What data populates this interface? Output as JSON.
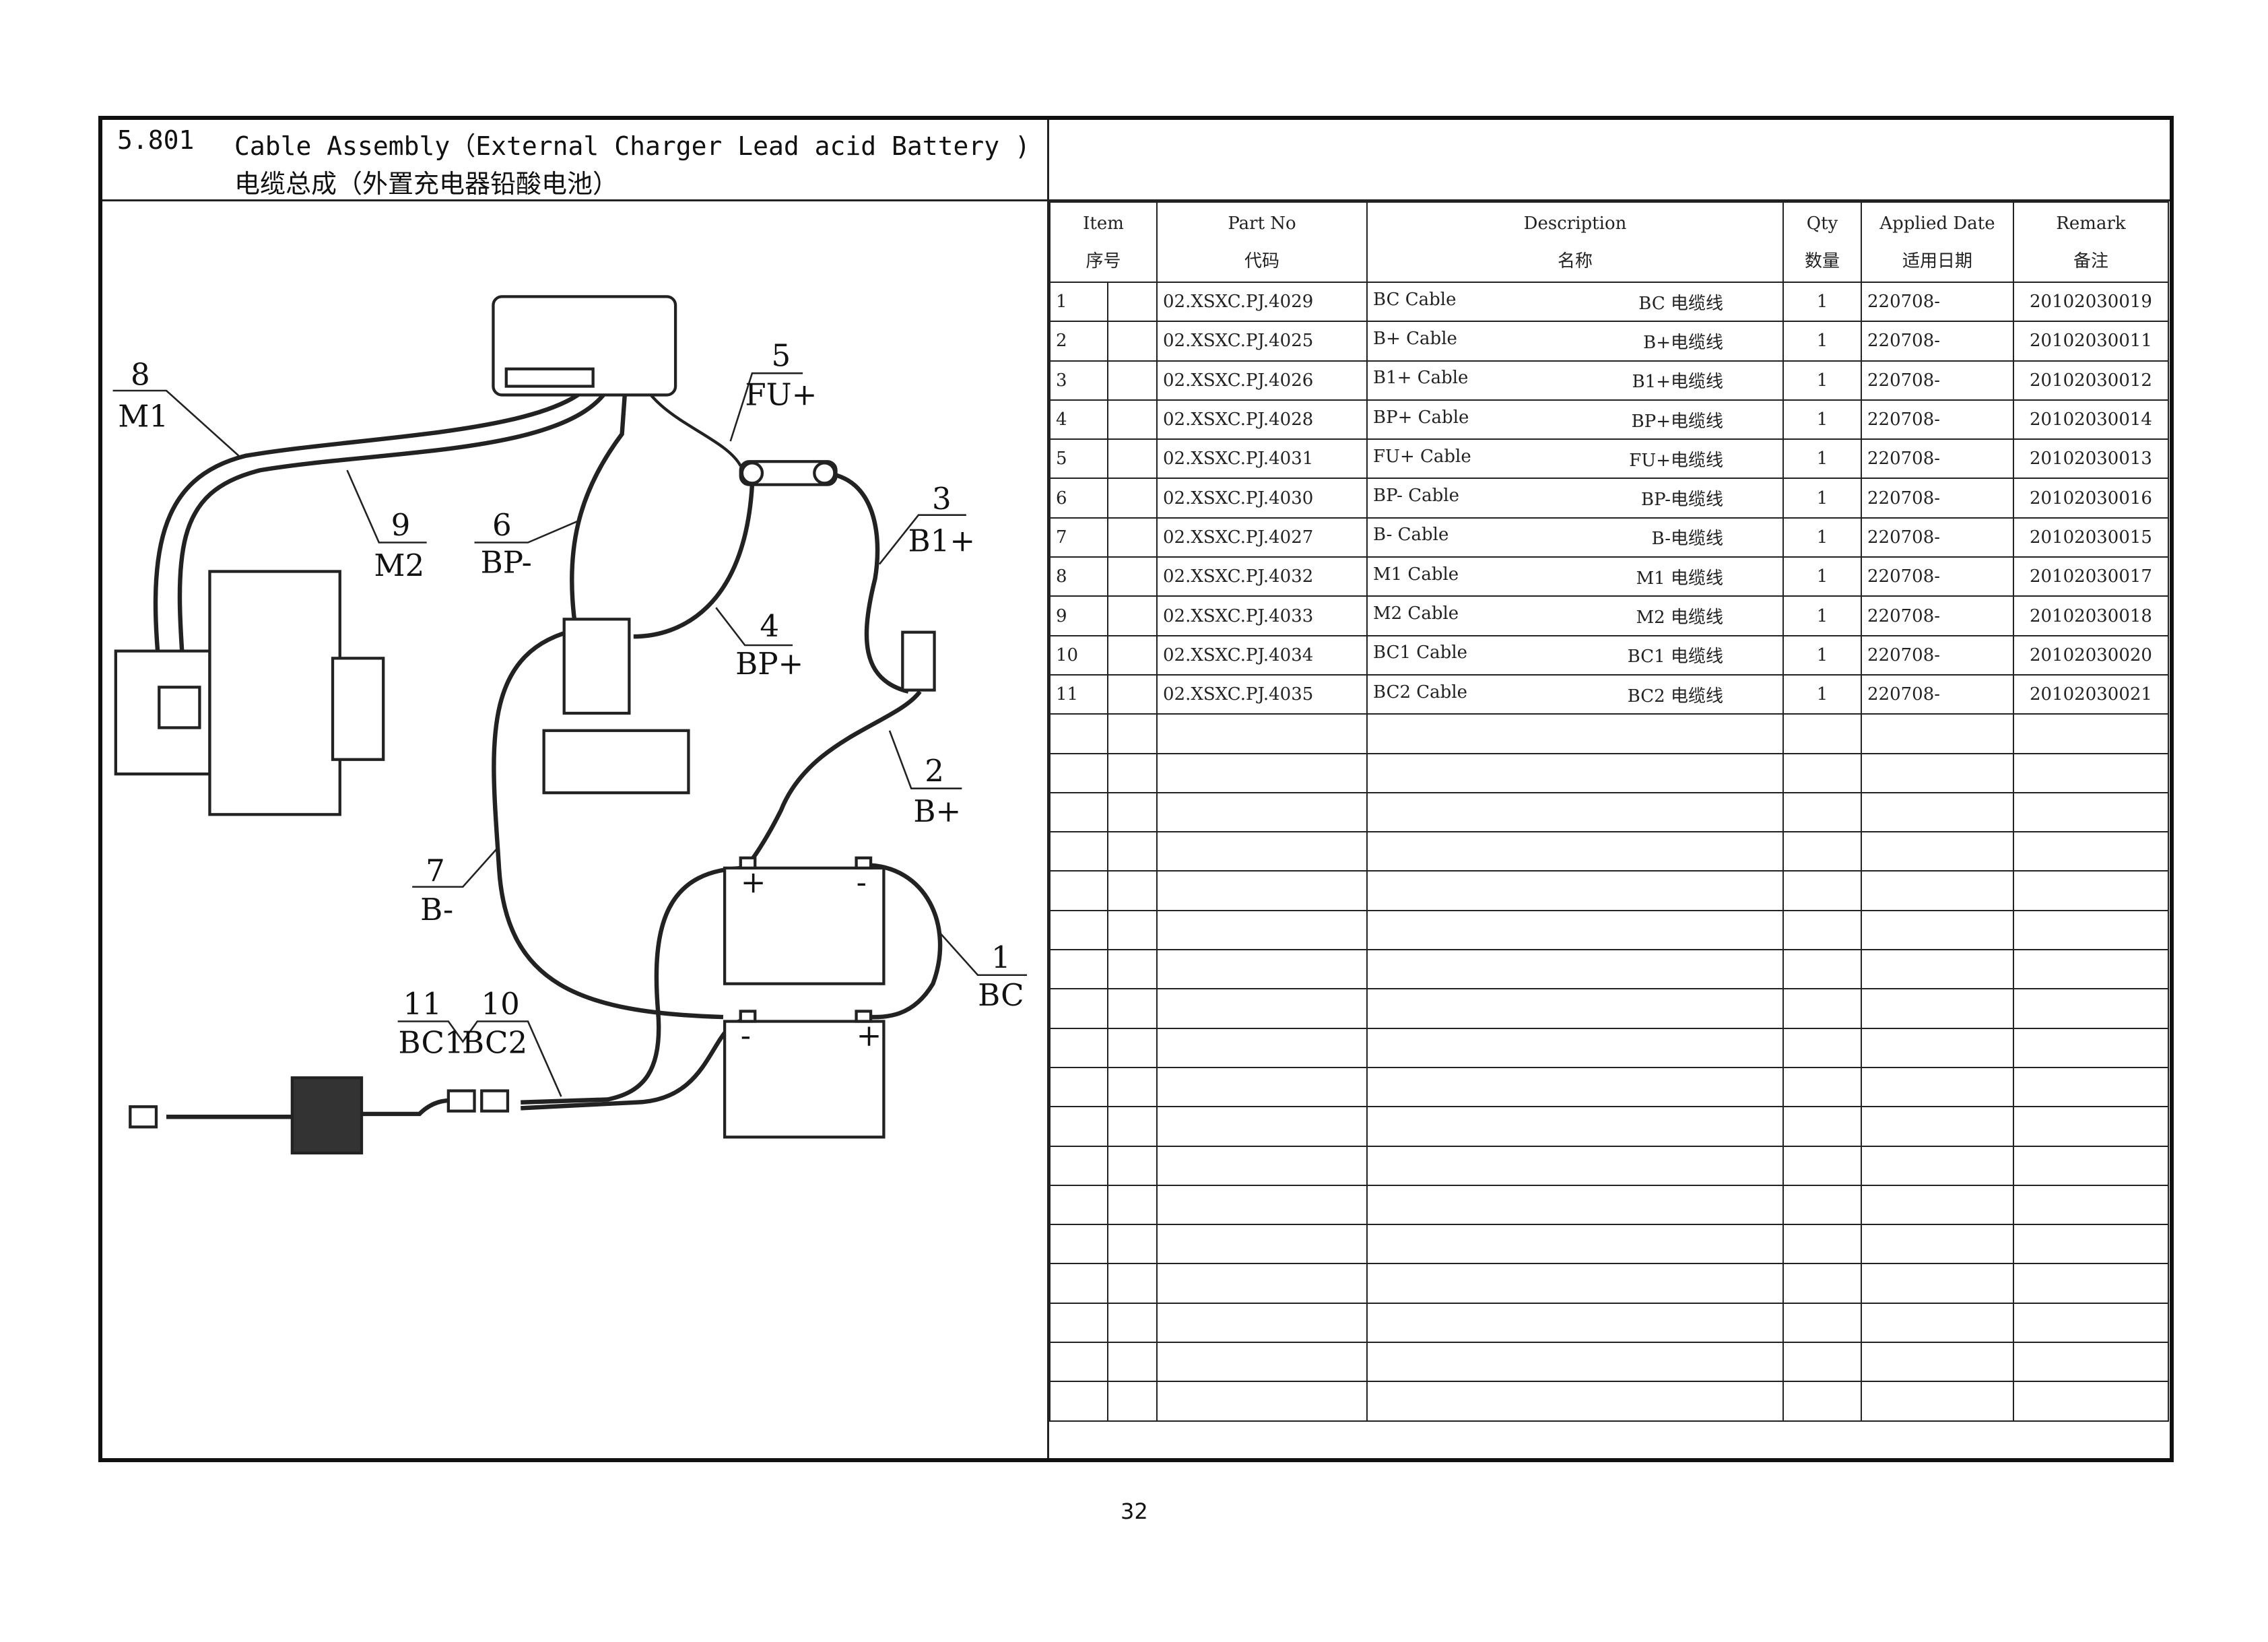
{
  "header": {
    "section_number": "5.801",
    "title_en": "Cable Assembly（External Charger Lead acid Battery )",
    "title_cn": "电缆总成（外置充电器铅酸电池）"
  },
  "table": {
    "columns": [
      {
        "en": "Item",
        "cn": "序号"
      },
      {
        "en": "Part No",
        "cn": "代码"
      },
      {
        "en": "Description",
        "cn": "名称"
      },
      {
        "en": "Qty",
        "cn": "数量"
      },
      {
        "en": "Applied Date",
        "cn": "适用日期"
      },
      {
        "en": "Remark",
        "cn": "备注"
      }
    ],
    "rows": [
      {
        "item": "1",
        "part": "02.XSXC.PJ.4029",
        "desc_en": "BC Cable",
        "desc_cn": "BC 电缆线",
        "qty": "1",
        "date": "220708-",
        "remark": "20102030019"
      },
      {
        "item": "2",
        "part": "02.XSXC.PJ.4025",
        "desc_en": "B+ Cable",
        "desc_cn": "B+电缆线",
        "qty": "1",
        "date": "220708-",
        "remark": "20102030011"
      },
      {
        "item": "3",
        "part": "02.XSXC.PJ.4026",
        "desc_en": "B1+ Cable",
        "desc_cn": "B1+电缆线",
        "qty": "1",
        "date": "220708-",
        "remark": "20102030012"
      },
      {
        "item": "4",
        "part": "02.XSXC.PJ.4028",
        "desc_en": "BP+ Cable",
        "desc_cn": "BP+电缆线",
        "qty": "1",
        "date": "220708-",
        "remark": "20102030014"
      },
      {
        "item": "5",
        "part": "02.XSXC.PJ.4031",
        "desc_en": "FU+ Cable",
        "desc_cn": "FU+电缆线",
        "qty": "1",
        "date": "220708-",
        "remark": "20102030013"
      },
      {
        "item": "6",
        "part": "02.XSXC.PJ.4030",
        "desc_en": "BP- Cable",
        "desc_cn": "BP-电缆线",
        "qty": "1",
        "date": "220708-",
        "remark": "20102030016"
      },
      {
        "item": "7",
        "part": "02.XSXC.PJ.4027",
        "desc_en": "B- Cable",
        "desc_cn": "B-电缆线",
        "qty": "1",
        "date": "220708-",
        "remark": "20102030015"
      },
      {
        "item": "8",
        "part": "02.XSXC.PJ.4032",
        "desc_en": "M1 Cable",
        "desc_cn": "M1 电缆线",
        "qty": "1",
        "date": "220708-",
        "remark": "20102030017"
      },
      {
        "item": "9",
        "part": "02.XSXC.PJ.4033",
        "desc_en": "M2 Cable",
        "desc_cn": "M2 电缆线",
        "qty": "1",
        "date": "220708-",
        "remark": "20102030018"
      },
      {
        "item": "10",
        "part": "02.XSXC.PJ.4034",
        "desc_en": "BC1 Cable",
        "desc_cn": "BC1 电缆线",
        "qty": "1",
        "date": "220708-",
        "remark": "20102030020"
      },
      {
        "item": "11",
        "part": "02.XSXC.PJ.4035",
        "desc_en": "BC2 Cable",
        "desc_cn": "BC2 电缆线",
        "qty": "1",
        "date": "220708-",
        "remark": "20102030021"
      }
    ],
    "empty_rows": 18
  },
  "diagram": {
    "callouts": [
      {
        "num": "8",
        "code": "M1"
      },
      {
        "num": "9",
        "code": "M2"
      },
      {
        "num": "6",
        "code": "BP-"
      },
      {
        "num": "5",
        "code": "FU+"
      },
      {
        "num": "3",
        "code": "B1+"
      },
      {
        "num": "4",
        "code": "BP+"
      },
      {
        "num": "2",
        "code": "B+"
      },
      {
        "num": "7",
        "code": "B-"
      },
      {
        "num": "1",
        "code": "BC"
      },
      {
        "num": "11",
        "code": "BC1"
      },
      {
        "num": "10",
        "code": "BC2"
      }
    ],
    "terminal_plus": "+",
    "terminal_minus": "-"
  },
  "page_number": "32"
}
